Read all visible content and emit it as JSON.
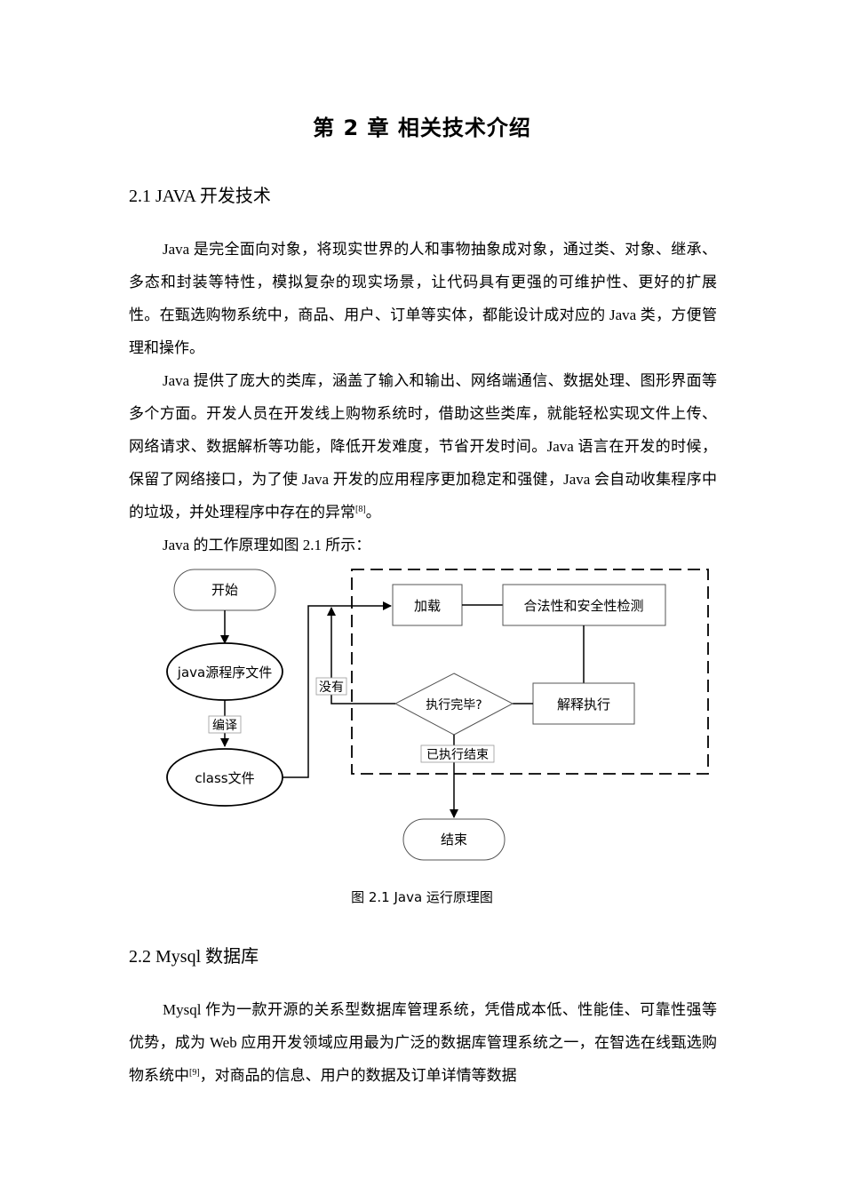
{
  "chapter_title": "第 2 章  相关技术介绍",
  "sections": {
    "java": {
      "heading": "2.1 JAVA 开发技术",
      "p1": "Java 是完全面向对象，将现实世界的人和事物抽象成对象，通过类、对象、继承、多态和封装等特性，模拟复杂的现实场景，让代码具有更强的可维护性、更好的扩展性。在甄选购物系统中，商品、用户、订单等实体，都能设计成对应的  Java  类，方便管理和操作。",
      "p2": "Java 提供了庞大的类库，涵盖了输入和输出、网络端通信、数据处理、图形界面等多个方面。开发人员在开发线上购物系统时，借助这些类库，就能轻松实现文件上传、网络请求、数据解析等功能，降低开发难度，节省开发时间。Java 语言在开发的时候，保留了网络接口，为了使 Java 开发的应用程序更加稳定和强健，Java 会自动收集程序中的垃圾，并处理程序中存在的异常",
      "p2_cite": "[8]",
      "p2_end": "。",
      "p3": "Java 的工作原理如图 2.1 所示："
    },
    "mysql": {
      "heading": "2.2 Mysql 数据库",
      "p1_a": "Mysql 作为一款开源的关系型数据库管理系统，凭借成本低、性能佳、可靠性强等优势，成为 Web 应用开发领域应用最为广泛的数据库管理系统之一，在智选在线甄选购物系统中",
      "p1_cite": "[9]",
      "p1_b": "，对商品的信息、用户的数据及订单详情等数据"
    }
  },
  "figure": {
    "caption": "图 2.1  Java 运行原理图",
    "nodes": {
      "start": "开始",
      "source": "java源程序文件",
      "compile": "编译",
      "classfile": "class文件",
      "load": "加载",
      "verify": "合法性和安全性检测",
      "done_q": "执行完毕?",
      "interpret": "解释执行",
      "no": "没有",
      "finished": "已执行结束",
      "end": "结束"
    }
  }
}
